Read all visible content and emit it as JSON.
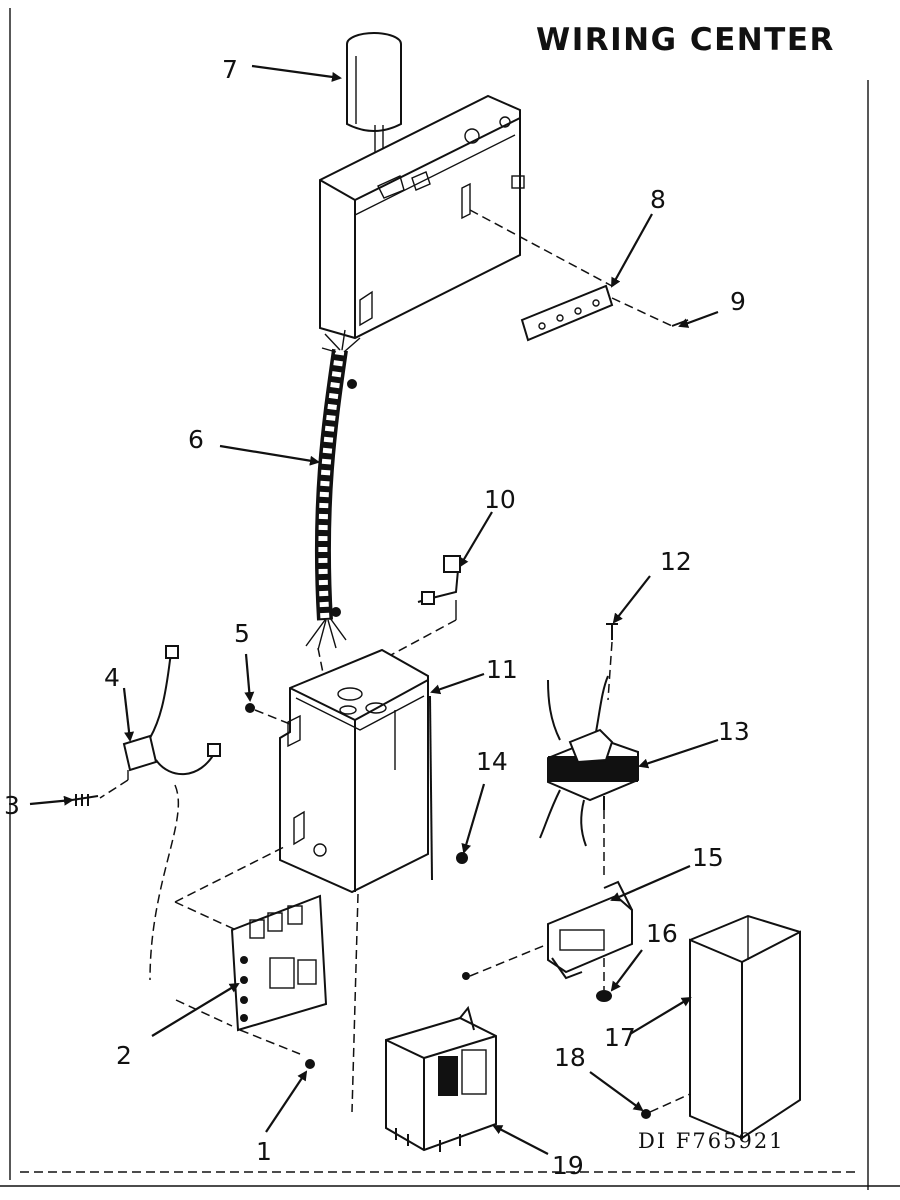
{
  "title": "WIRING CENTER",
  "diagram_code": "DI  F765921",
  "parts": [
    {
      "number": "1"
    },
    {
      "number": "2"
    },
    {
      "number": "3"
    },
    {
      "number": "4"
    },
    {
      "number": "5"
    },
    {
      "number": "6"
    },
    {
      "number": "7"
    },
    {
      "number": "8"
    },
    {
      "number": "9"
    },
    {
      "number": "10"
    },
    {
      "number": "11"
    },
    {
      "number": "12"
    },
    {
      "number": "13"
    },
    {
      "number": "14"
    },
    {
      "number": "15"
    },
    {
      "number": "16"
    },
    {
      "number": "17"
    },
    {
      "number": "18"
    },
    {
      "number": "19"
    }
  ]
}
